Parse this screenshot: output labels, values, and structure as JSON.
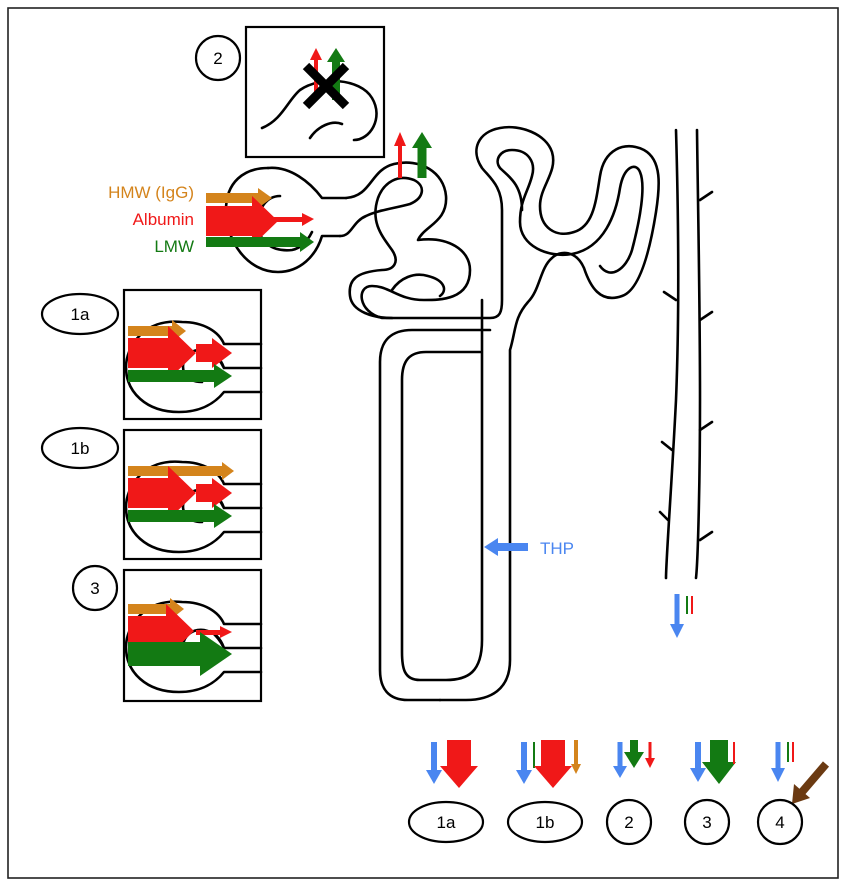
{
  "legend": {
    "hmw": "HMW (IgG)",
    "albumin": "Albumin",
    "lmw": "LMW"
  },
  "thp": "THP",
  "labels": {
    "a": "1a",
    "b": "1b",
    "two": "2",
    "three": "3",
    "four": "4"
  },
  "colors": {
    "hmw": "#d4841c",
    "albumin": "#f01818",
    "lmw": "#137a13",
    "thp": "#4a86f0",
    "sediment": "#6b3a12"
  }
}
